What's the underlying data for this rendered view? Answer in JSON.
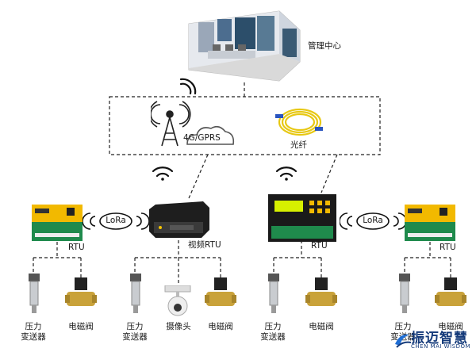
{
  "control_center": {
    "label": "管理中心"
  },
  "network": {
    "cellular_label": "4G/GPRS",
    "fiber_label": "光纤"
  },
  "links": {
    "lora_left": "LoRa",
    "lora_right": "LoRa"
  },
  "rtu": {
    "left_label": "RTU",
    "video_label": "视频RTU",
    "center_label": "RTU",
    "right_label": "RTU"
  },
  "devices": {
    "pressure_transmitter_1": "压力\n变送器",
    "solenoid_valve_1": "电磁阀",
    "pressure_transmitter_2": "压力\n变送器",
    "camera": "摄像头",
    "solenoid_valve_2": "电磁阀",
    "pressure_transmitter_3": "压力\n变送器",
    "solenoid_valve_3": "电磁阀",
    "pressure_transmitter_4": "压力\n变送器",
    "solenoid_valve_4": "电磁阀"
  },
  "logo": {
    "cn": "振迈智慧",
    "en": "CHEN MAI WISDOM"
  }
}
